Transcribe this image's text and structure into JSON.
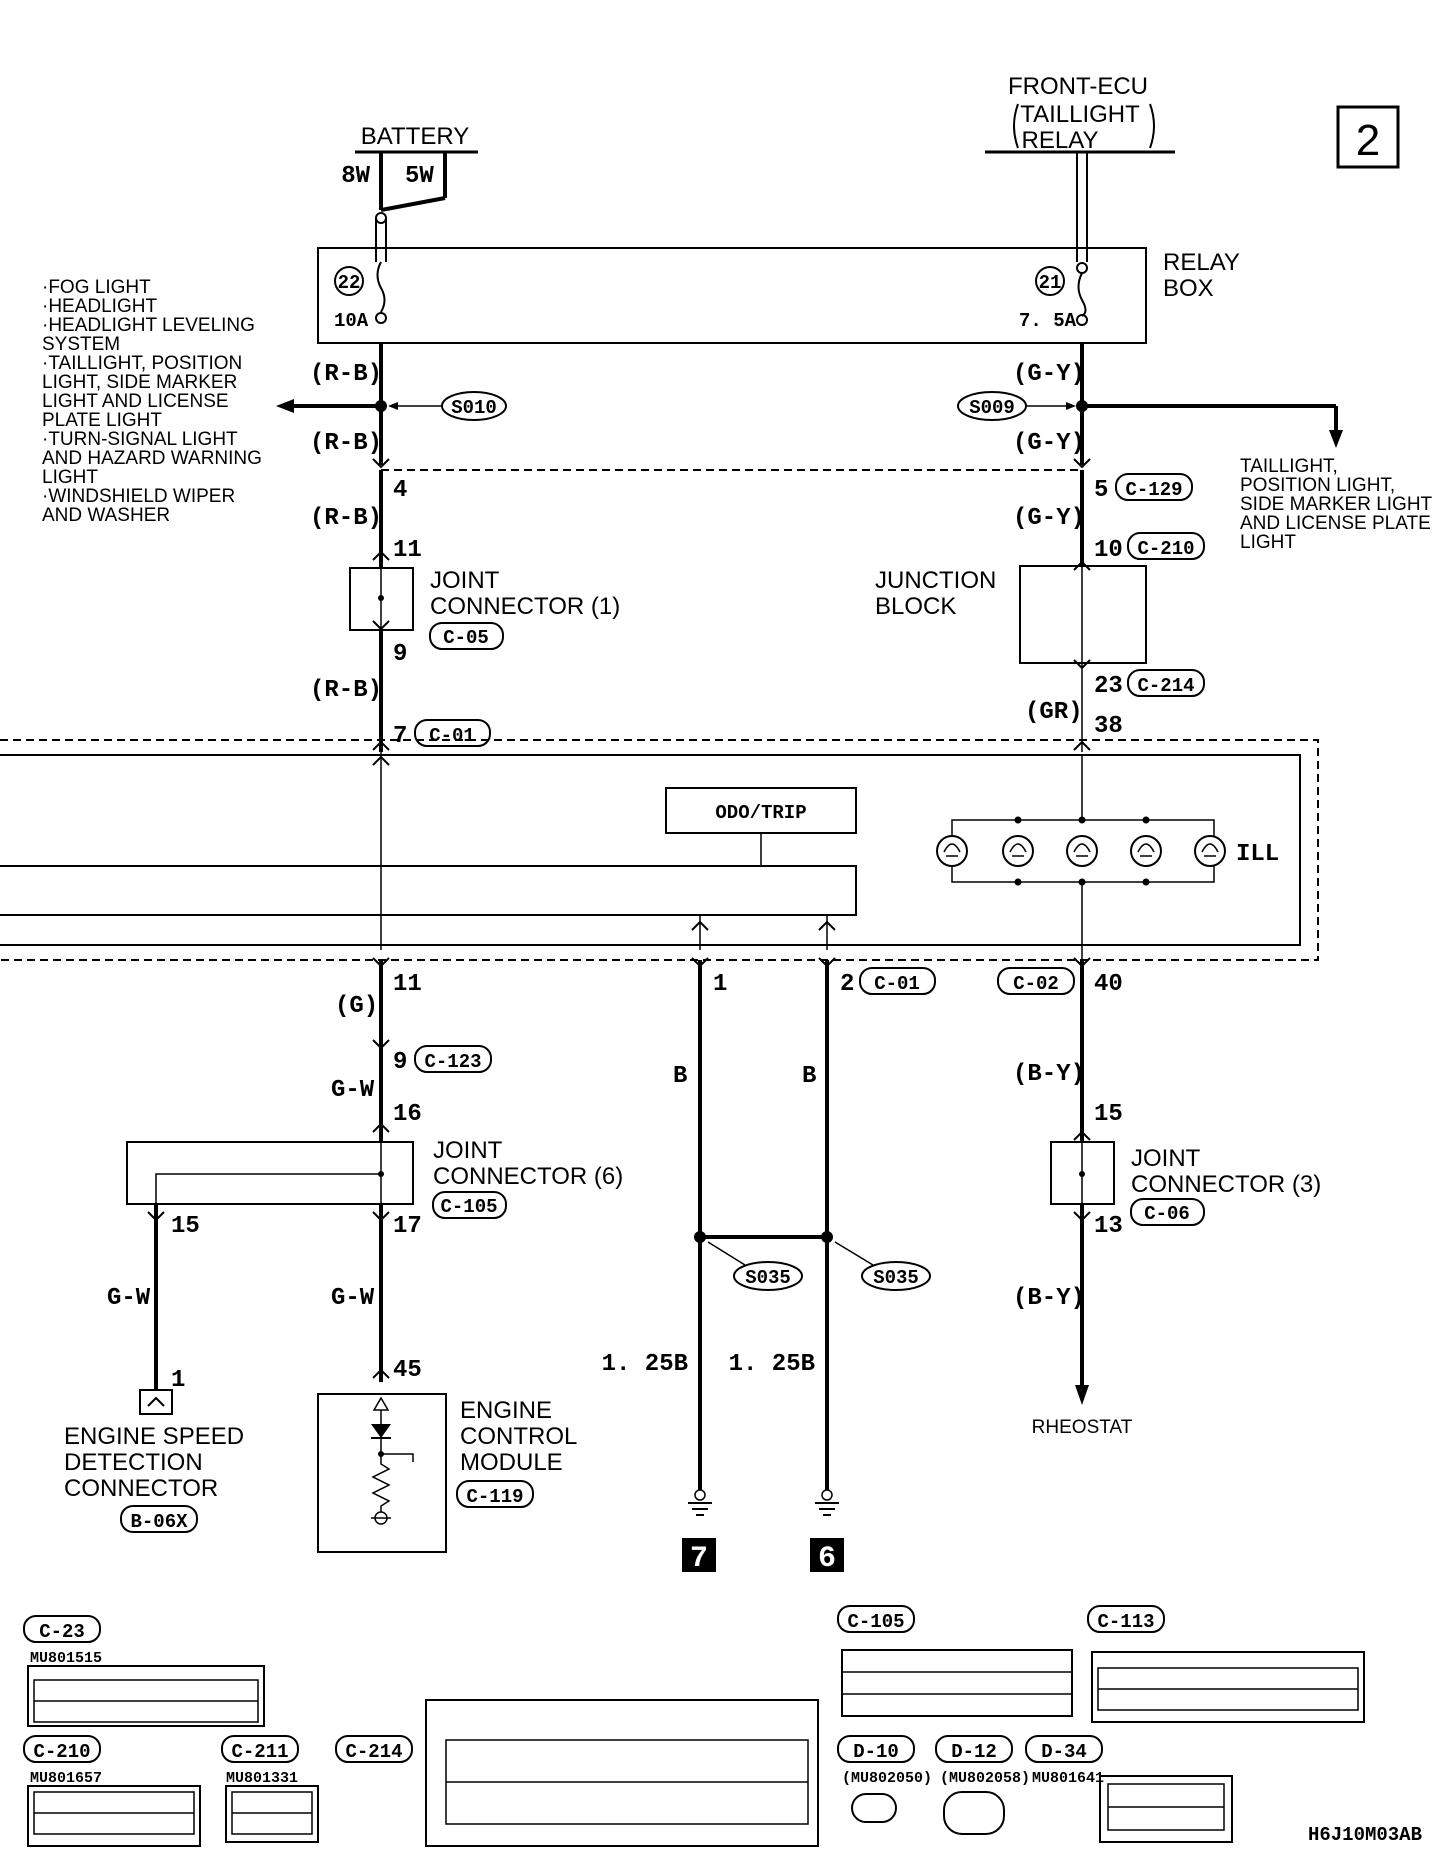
{
  "page_number": "2",
  "sources": {
    "battery": "BATTERY",
    "battery_fusible_1": "8W",
    "battery_fusible_2": "5W",
    "ecu_line1": "FRONT-ECU",
    "ecu_line2": "TAILLIGHT",
    "ecu_line3": "RELAY"
  },
  "relay_box": {
    "line1": "RELAY",
    "line2": "BOX",
    "fuse_left_no": "22",
    "fuse_left_amp": "10A",
    "fuse_right_no": "21",
    "fuse_right_amp": "7. 5A"
  },
  "left_loads": [
    "·FOG LIGHT",
    "·HEADLIGHT",
    "·HEADLIGHT LEVELING",
    " SYSTEM",
    "·TAILLIGHT, POSITION",
    " LIGHT, SIDE MARKER",
    " LIGHT AND LICENSE",
    " PLATE LIGHT",
    "·TURN-SIGNAL LIGHT",
    " AND HAZARD WARNING",
    " LIGHT",
    "·WINDSHIELD WIPER",
    " AND WASHER"
  ],
  "right_loads": [
    "TAILLIGHT,",
    "POSITION LIGHT,",
    "SIDE MARKER LIGHT",
    "AND LICENSE PLATE",
    "LIGHT"
  ],
  "wire_colors": {
    "rb": "(R-B)",
    "gy": "(G-Y)",
    "gr": "(GR)",
    "g": "(G)",
    "gw": "G-W",
    "b": "B",
    "by": "(B-Y)",
    "b125": "1. 25B"
  },
  "splices": {
    "s010": "S010",
    "s009": "S009",
    "s035": "S035"
  },
  "pins": {
    "p4": "4",
    "p11": "11",
    "p9": "9",
    "p7": "7",
    "p5": "5",
    "p10": "10",
    "p23": "23",
    "p38": "38",
    "p1": "1",
    "p2": "2",
    "p40": "40",
    "p16": "16",
    "p15": "15",
    "p17": "17",
    "p13": "13",
    "p45": "45"
  },
  "connectors": {
    "c129": "C-129",
    "c210": "C-210",
    "c214": "C-214",
    "c05": "C-05",
    "c01": "C-01",
    "c02": "C-02",
    "c123": "C-123",
    "c105": "C-105",
    "c06": "C-06",
    "c119": "C-119",
    "b06x": "B-06X",
    "c23": "C-23",
    "c211": "C-211",
    "c113": "C-113",
    "d10": "D-10",
    "d12": "D-12",
    "d34": "D-34"
  },
  "joint1": {
    "line1": "JOINT",
    "line2": "CONNECTOR (1)"
  },
  "junction": {
    "line1": "JUNCTION",
    "line2": "BLOCK"
  },
  "joint6": {
    "line1": "JOINT",
    "line2": "CONNECTOR (6)"
  },
  "joint3": {
    "line1": "JOINT",
    "line2": "CONNECTOR (3)"
  },
  "odo_trip": "ODO/TRIP",
  "ill": "ILL",
  "engine_speed": {
    "line1": "ENGINE SPEED",
    "line2": "DETECTION",
    "line3": "CONNECTOR"
  },
  "ecm": {
    "line1": "ENGINE",
    "line2": "CONTROL",
    "line3": "MODULE"
  },
  "rheostat": "RHEOSTAT",
  "grounds": {
    "g7": "7",
    "g6": "6"
  },
  "part_numbers": {
    "c23": "MU801515",
    "c210": "MU801657",
    "c211": "MU801331",
    "d10": "(MU802050)",
    "d12": "(MU802058)",
    "d34": "MU801641"
  },
  "diagram_code": "H6J10M03AB"
}
